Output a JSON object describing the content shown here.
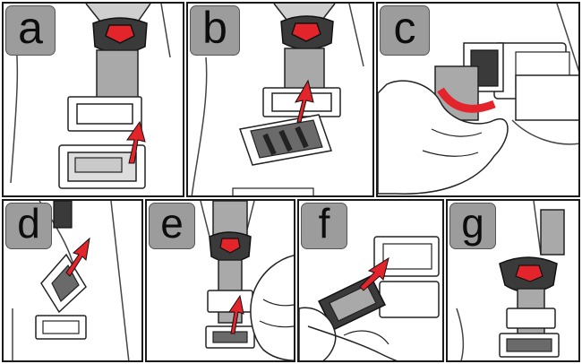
{
  "panels": [
    {
      "label": "a"
    },
    {
      "label": "b"
    },
    {
      "label": "c"
    },
    {
      "label": "d"
    },
    {
      "label": "e"
    },
    {
      "label": "f"
    },
    {
      "label": "g"
    }
  ],
  "colors": {
    "accent_red": "#e4242b",
    "strap_gray": "#a9a9a9",
    "buckle_dark": "#3a3a3a",
    "label_gray": "#9c9c9c",
    "line": "#1a1a1a"
  }
}
